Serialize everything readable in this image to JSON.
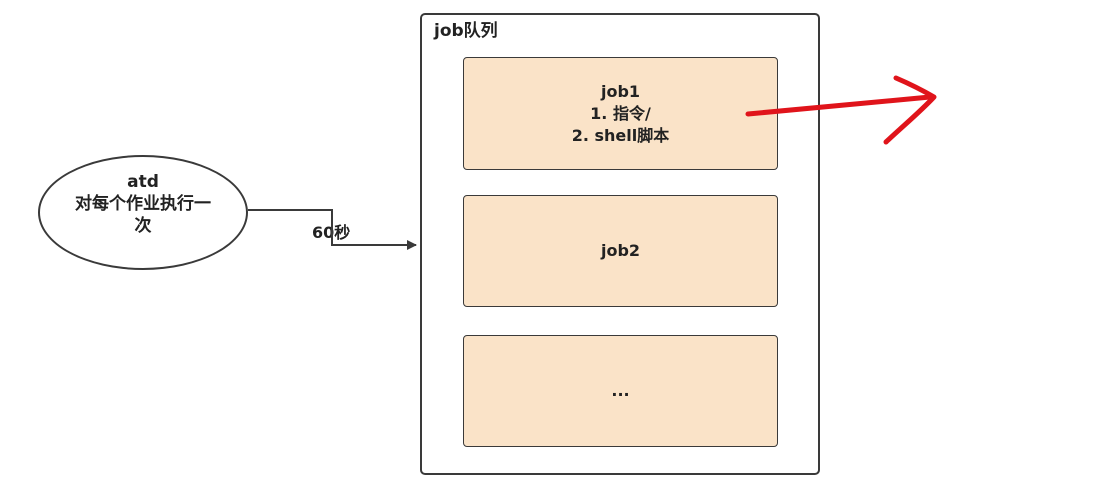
{
  "queue": {
    "title": "job队列",
    "jobs": [
      {
        "lines": [
          "job1",
          "1. 指令/",
          "2. shell脚本"
        ]
      },
      {
        "lines": [
          "job2"
        ]
      },
      {
        "lines": [
          "..."
        ]
      }
    ]
  },
  "daemon": {
    "lines": [
      "atd",
      "对每个作业执行一",
      "次"
    ]
  },
  "connector": {
    "label": "60秒"
  },
  "colors": {
    "job_fill": "#fae3c8",
    "outline": "#3a3a3a",
    "annotation_arrow": "#e0141b"
  }
}
